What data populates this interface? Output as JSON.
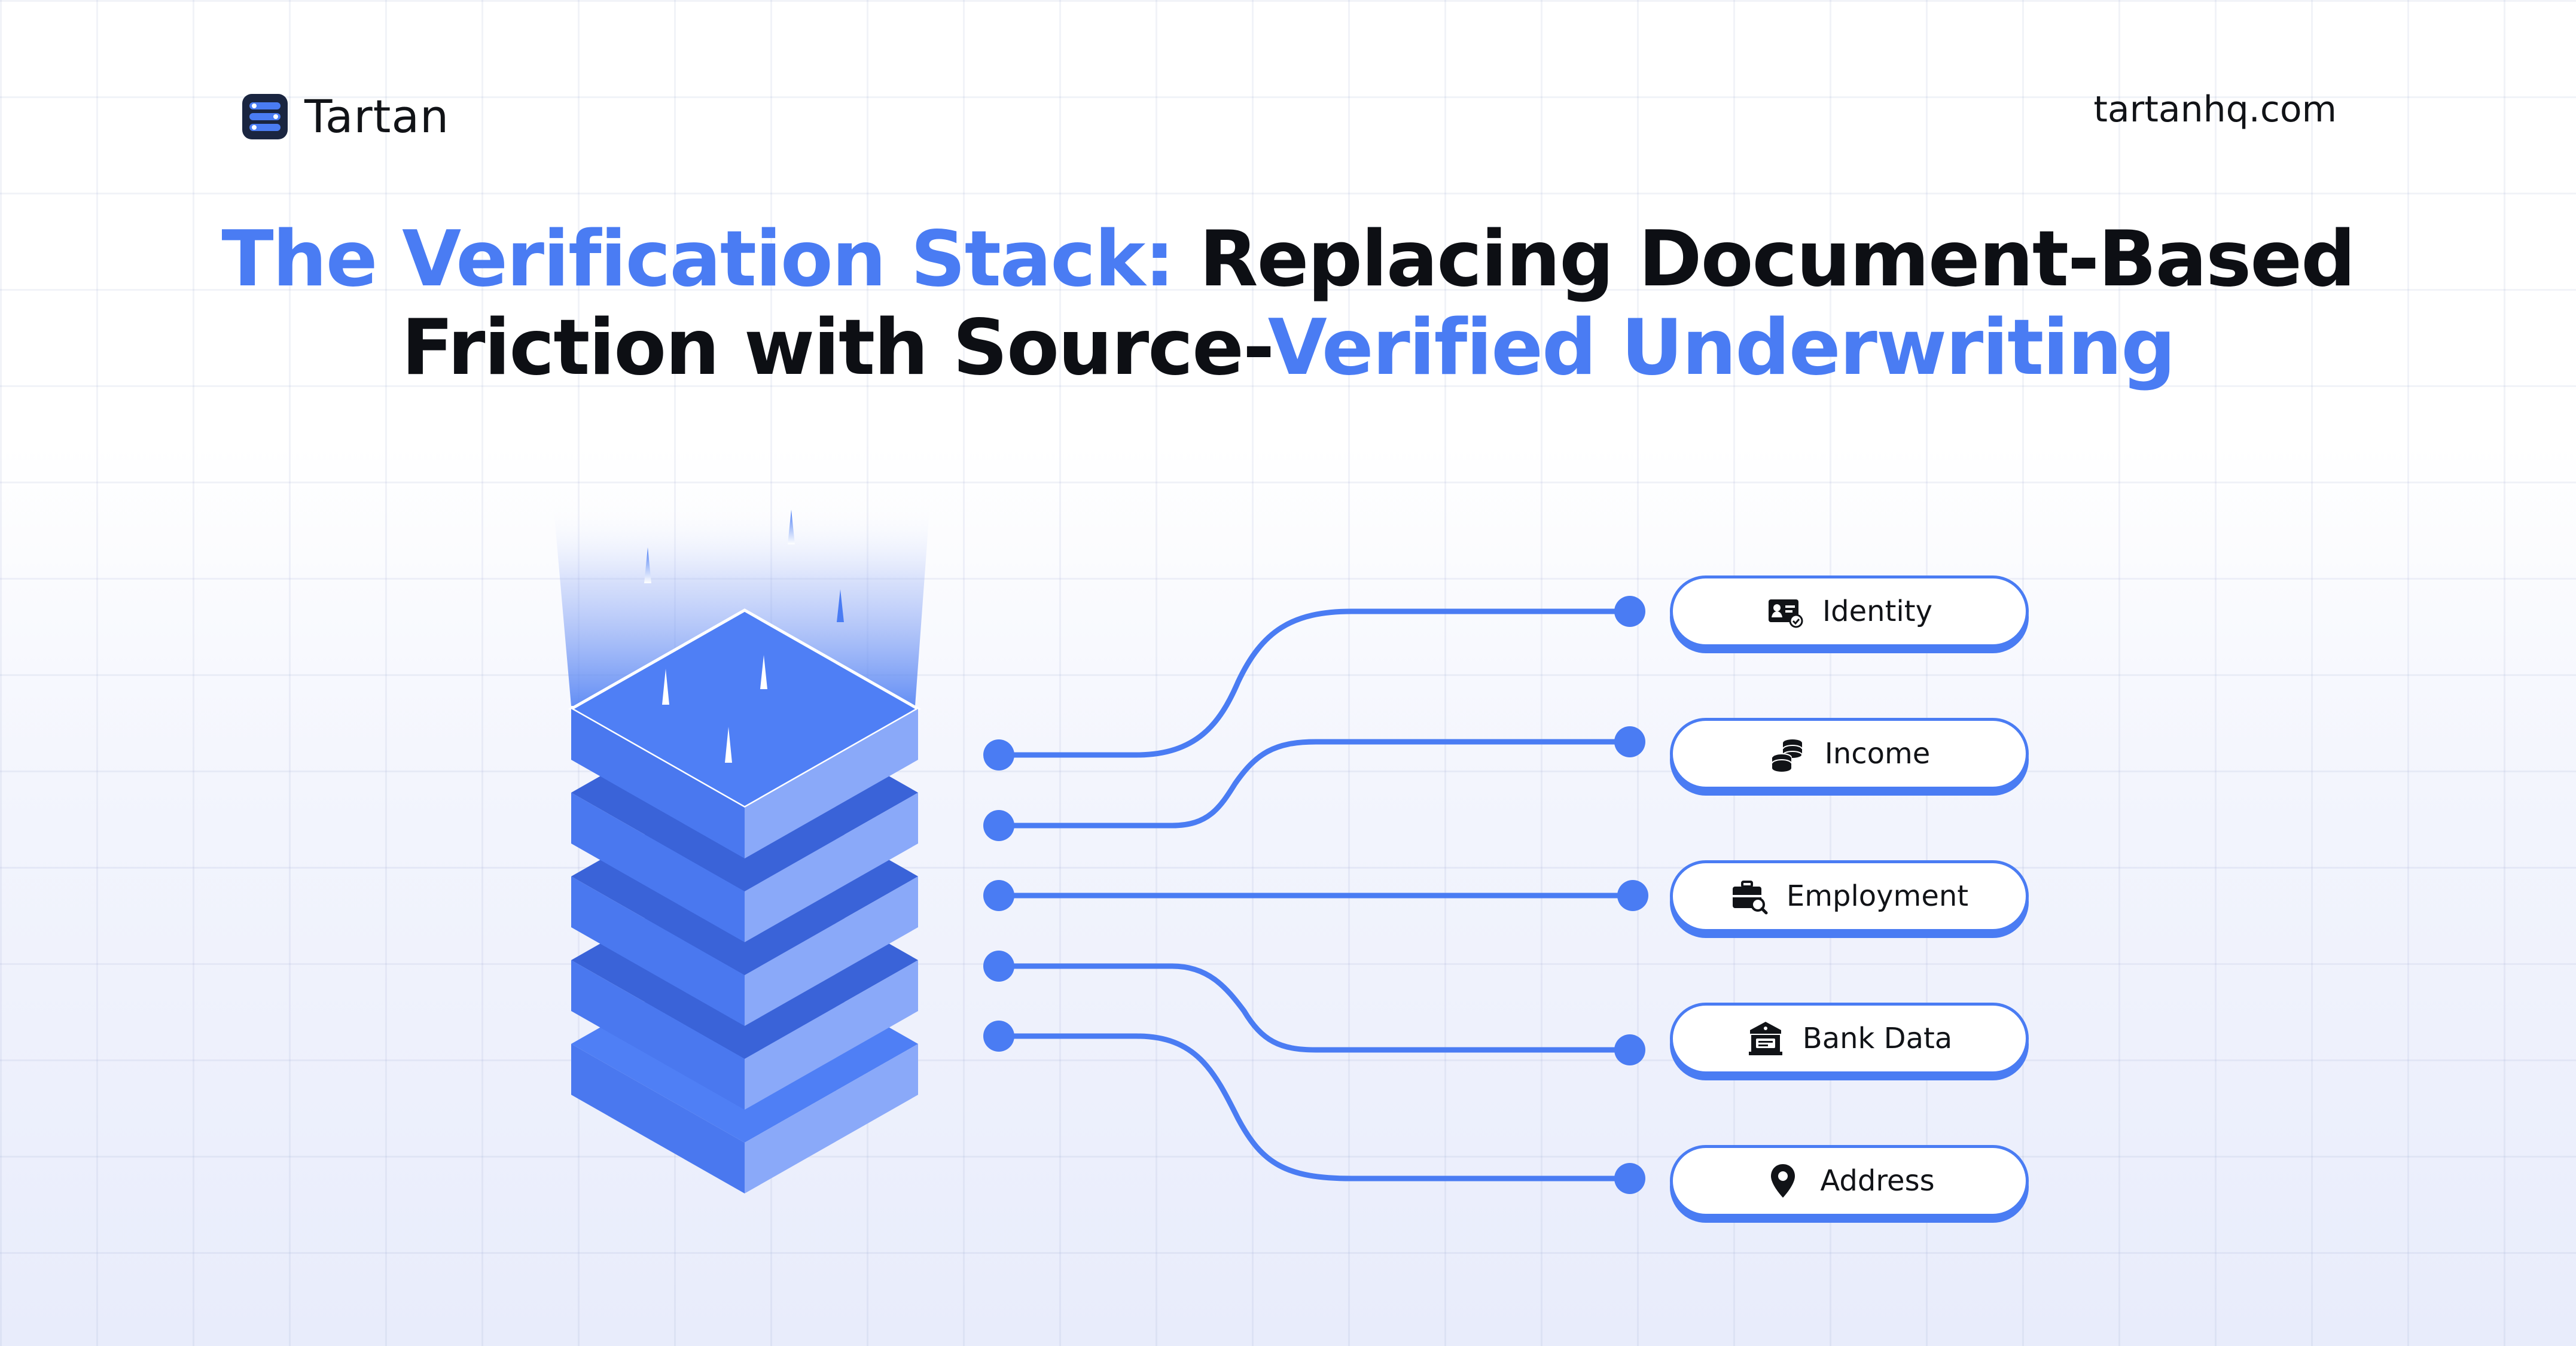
{
  "brand": {
    "name": "Tartan",
    "icon": "tartan-logo-icon"
  },
  "site_url": "tartanhq.com",
  "headline": {
    "line1_blue": "The Verification Stack:",
    "line1_dark": " Replacing Document-Based",
    "line2_dark": "Friction with Source-",
    "line2_blue": "Verified Underwriting"
  },
  "categories": [
    {
      "label": "Identity",
      "icon": "id-card-icon"
    },
    {
      "label": "Income",
      "icon": "coin-stack-icon"
    },
    {
      "label": "Employment",
      "icon": "briefcase-search-icon"
    },
    {
      "label": "Bank Data",
      "icon": "bank-icon"
    },
    {
      "label": "Address",
      "icon": "location-pin-icon"
    }
  ],
  "colors": {
    "accent": "#4a7cf3",
    "text": "#111317",
    "stack_top": "#4f7ff5",
    "stack_side_dark": "#2f5bd6",
    "stack_side_light": "#8aa9f9"
  }
}
